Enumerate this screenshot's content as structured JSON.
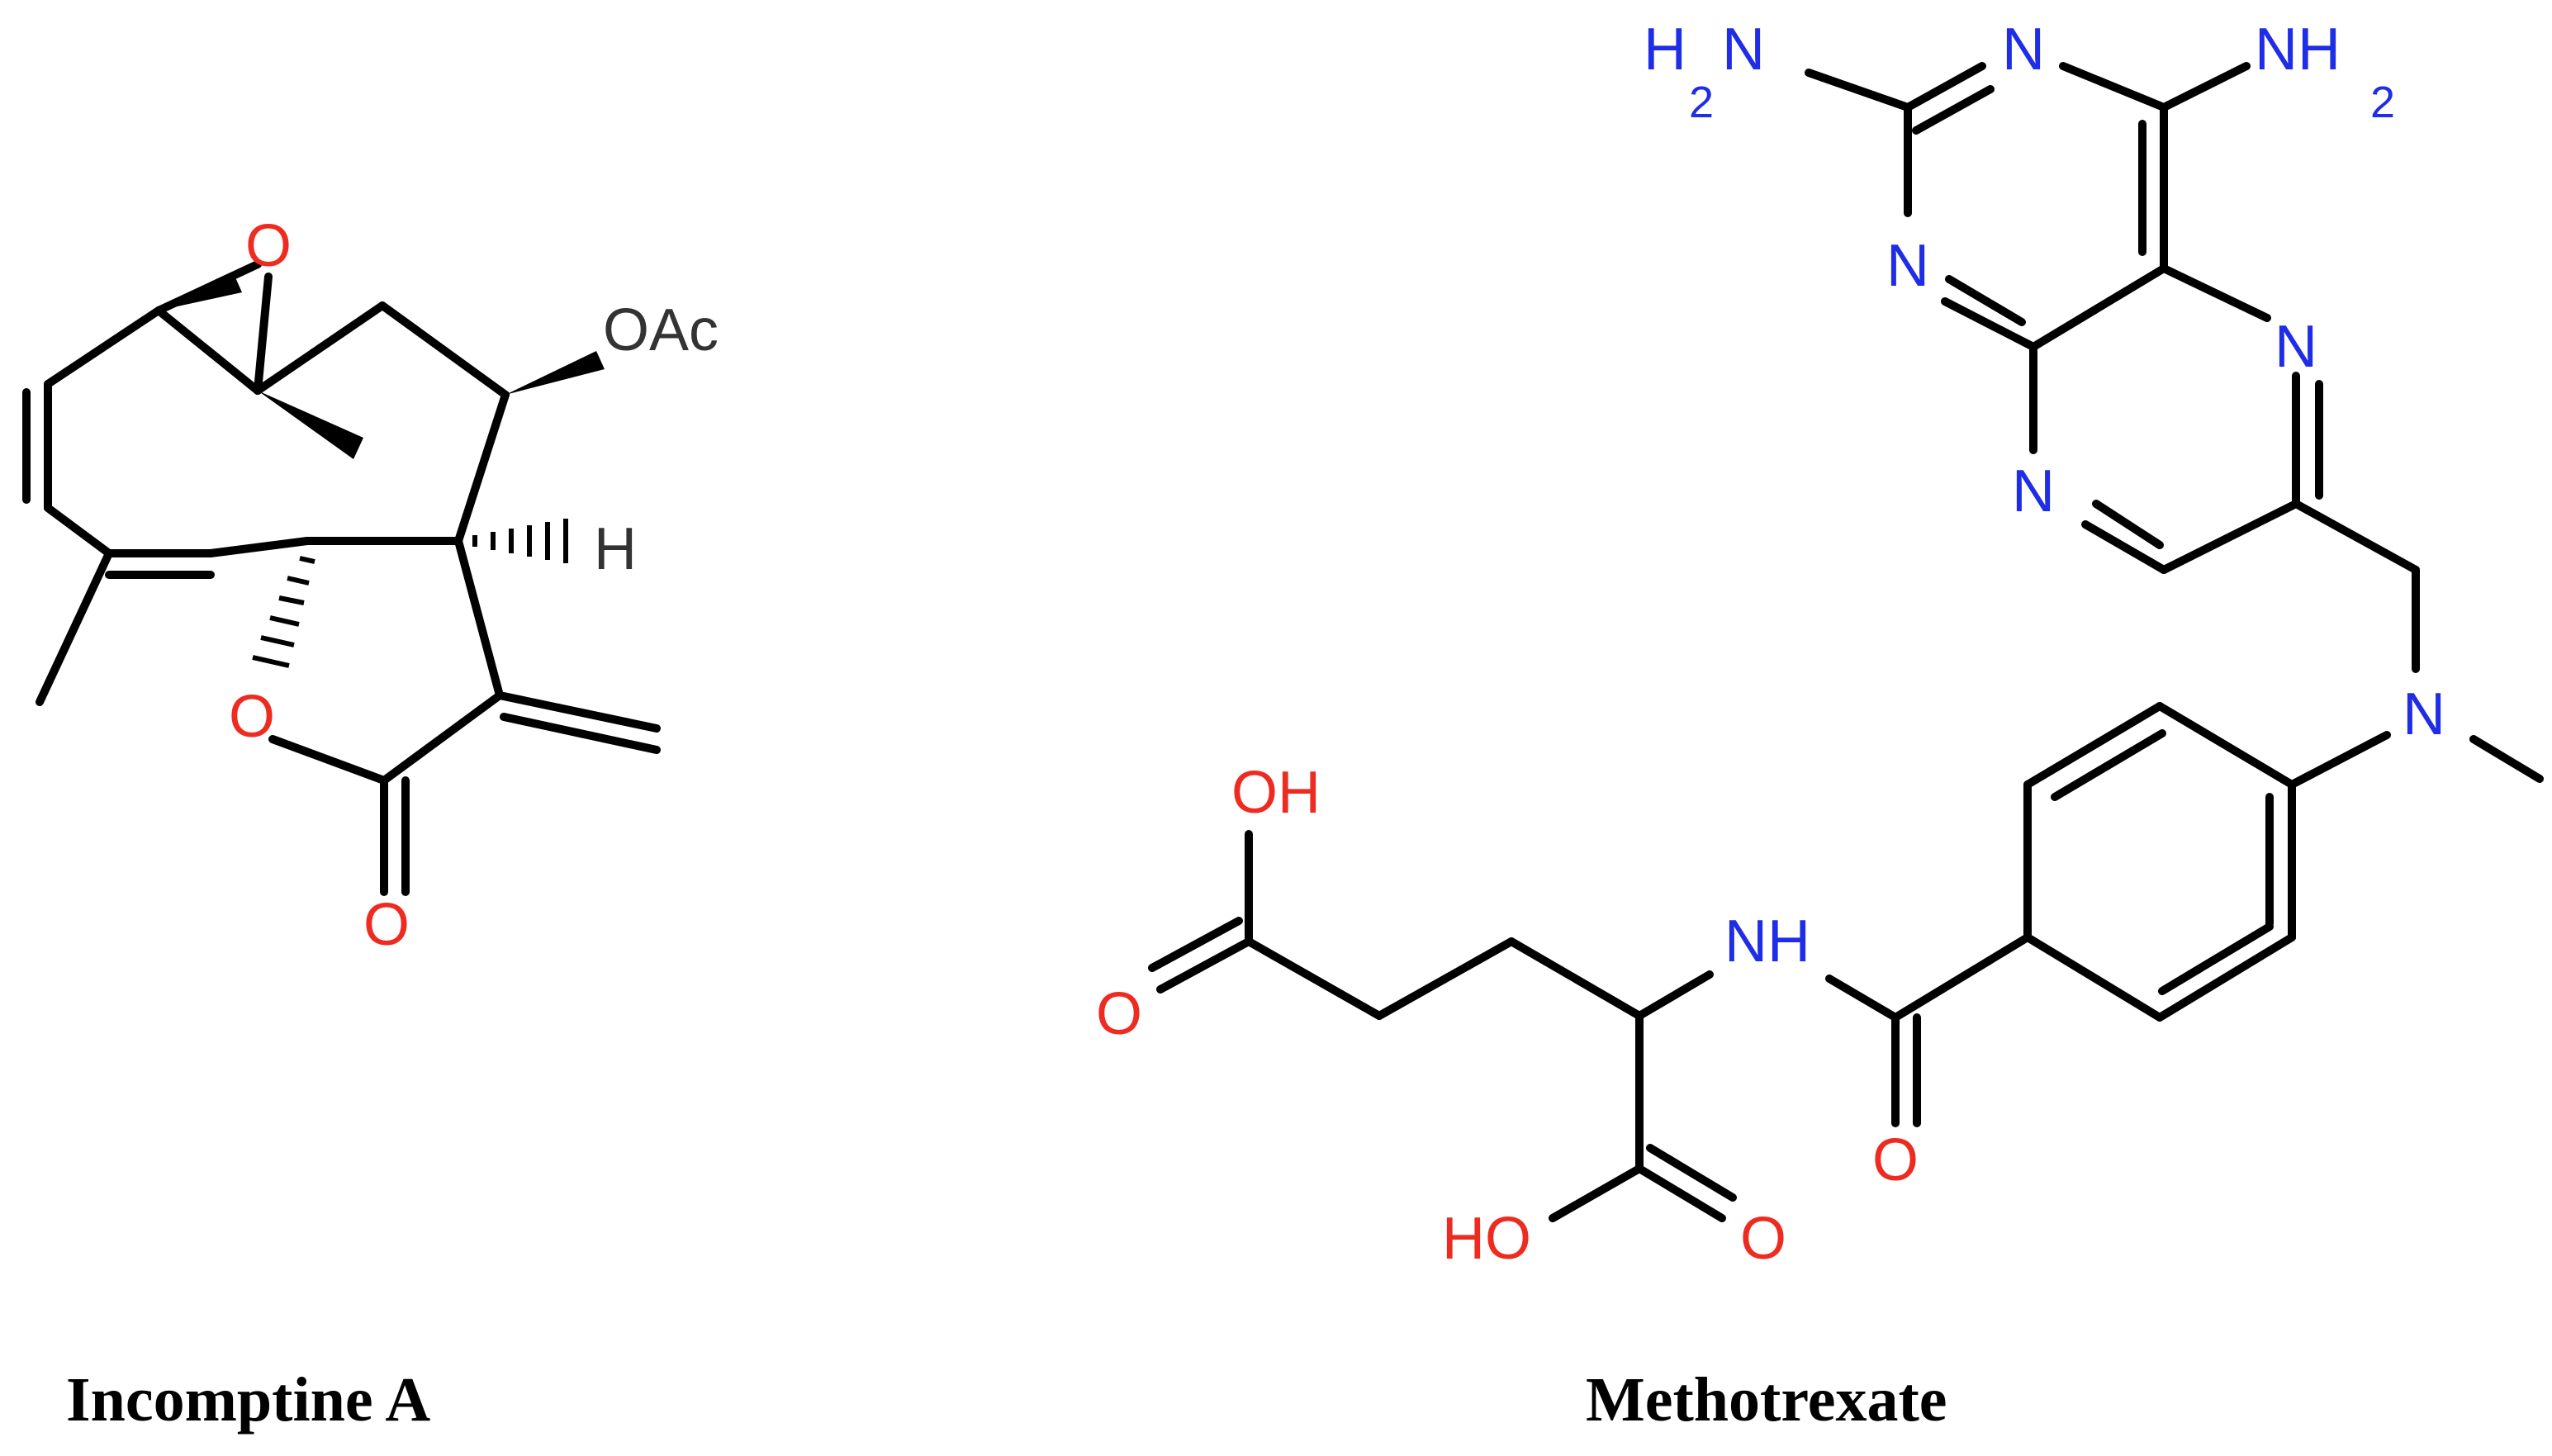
{
  "molecules": [
    {
      "name": "Incomptine A",
      "labels": {
        "epoxide_o": "O",
        "oac": "OAc",
        "h": "H",
        "ring_o": "O",
        "carbonyl_o": "O"
      }
    },
    {
      "name": "Methotrexate",
      "labels": {
        "h2n_h": "H",
        "h2n_sub": "2",
        "h2n_n": "N",
        "n_top": "N",
        "nh2_nh": "NH",
        "nh2_sub": "2",
        "n_left": "N",
        "n_right": "N",
        "n_bottom": "N",
        "n_amine": "N",
        "oh_top": "OH",
        "nh_amide": "NH",
        "o_acid_left": "O",
        "o_amide": "O",
        "ho_bottom": "HO",
        "o_acid_bottom": "O"
      }
    }
  ],
  "colors": {
    "oxygen": "#ee2b20",
    "nitrogen": "#1f2de6",
    "carbon_label": "#333333",
    "bond": "#000000"
  }
}
